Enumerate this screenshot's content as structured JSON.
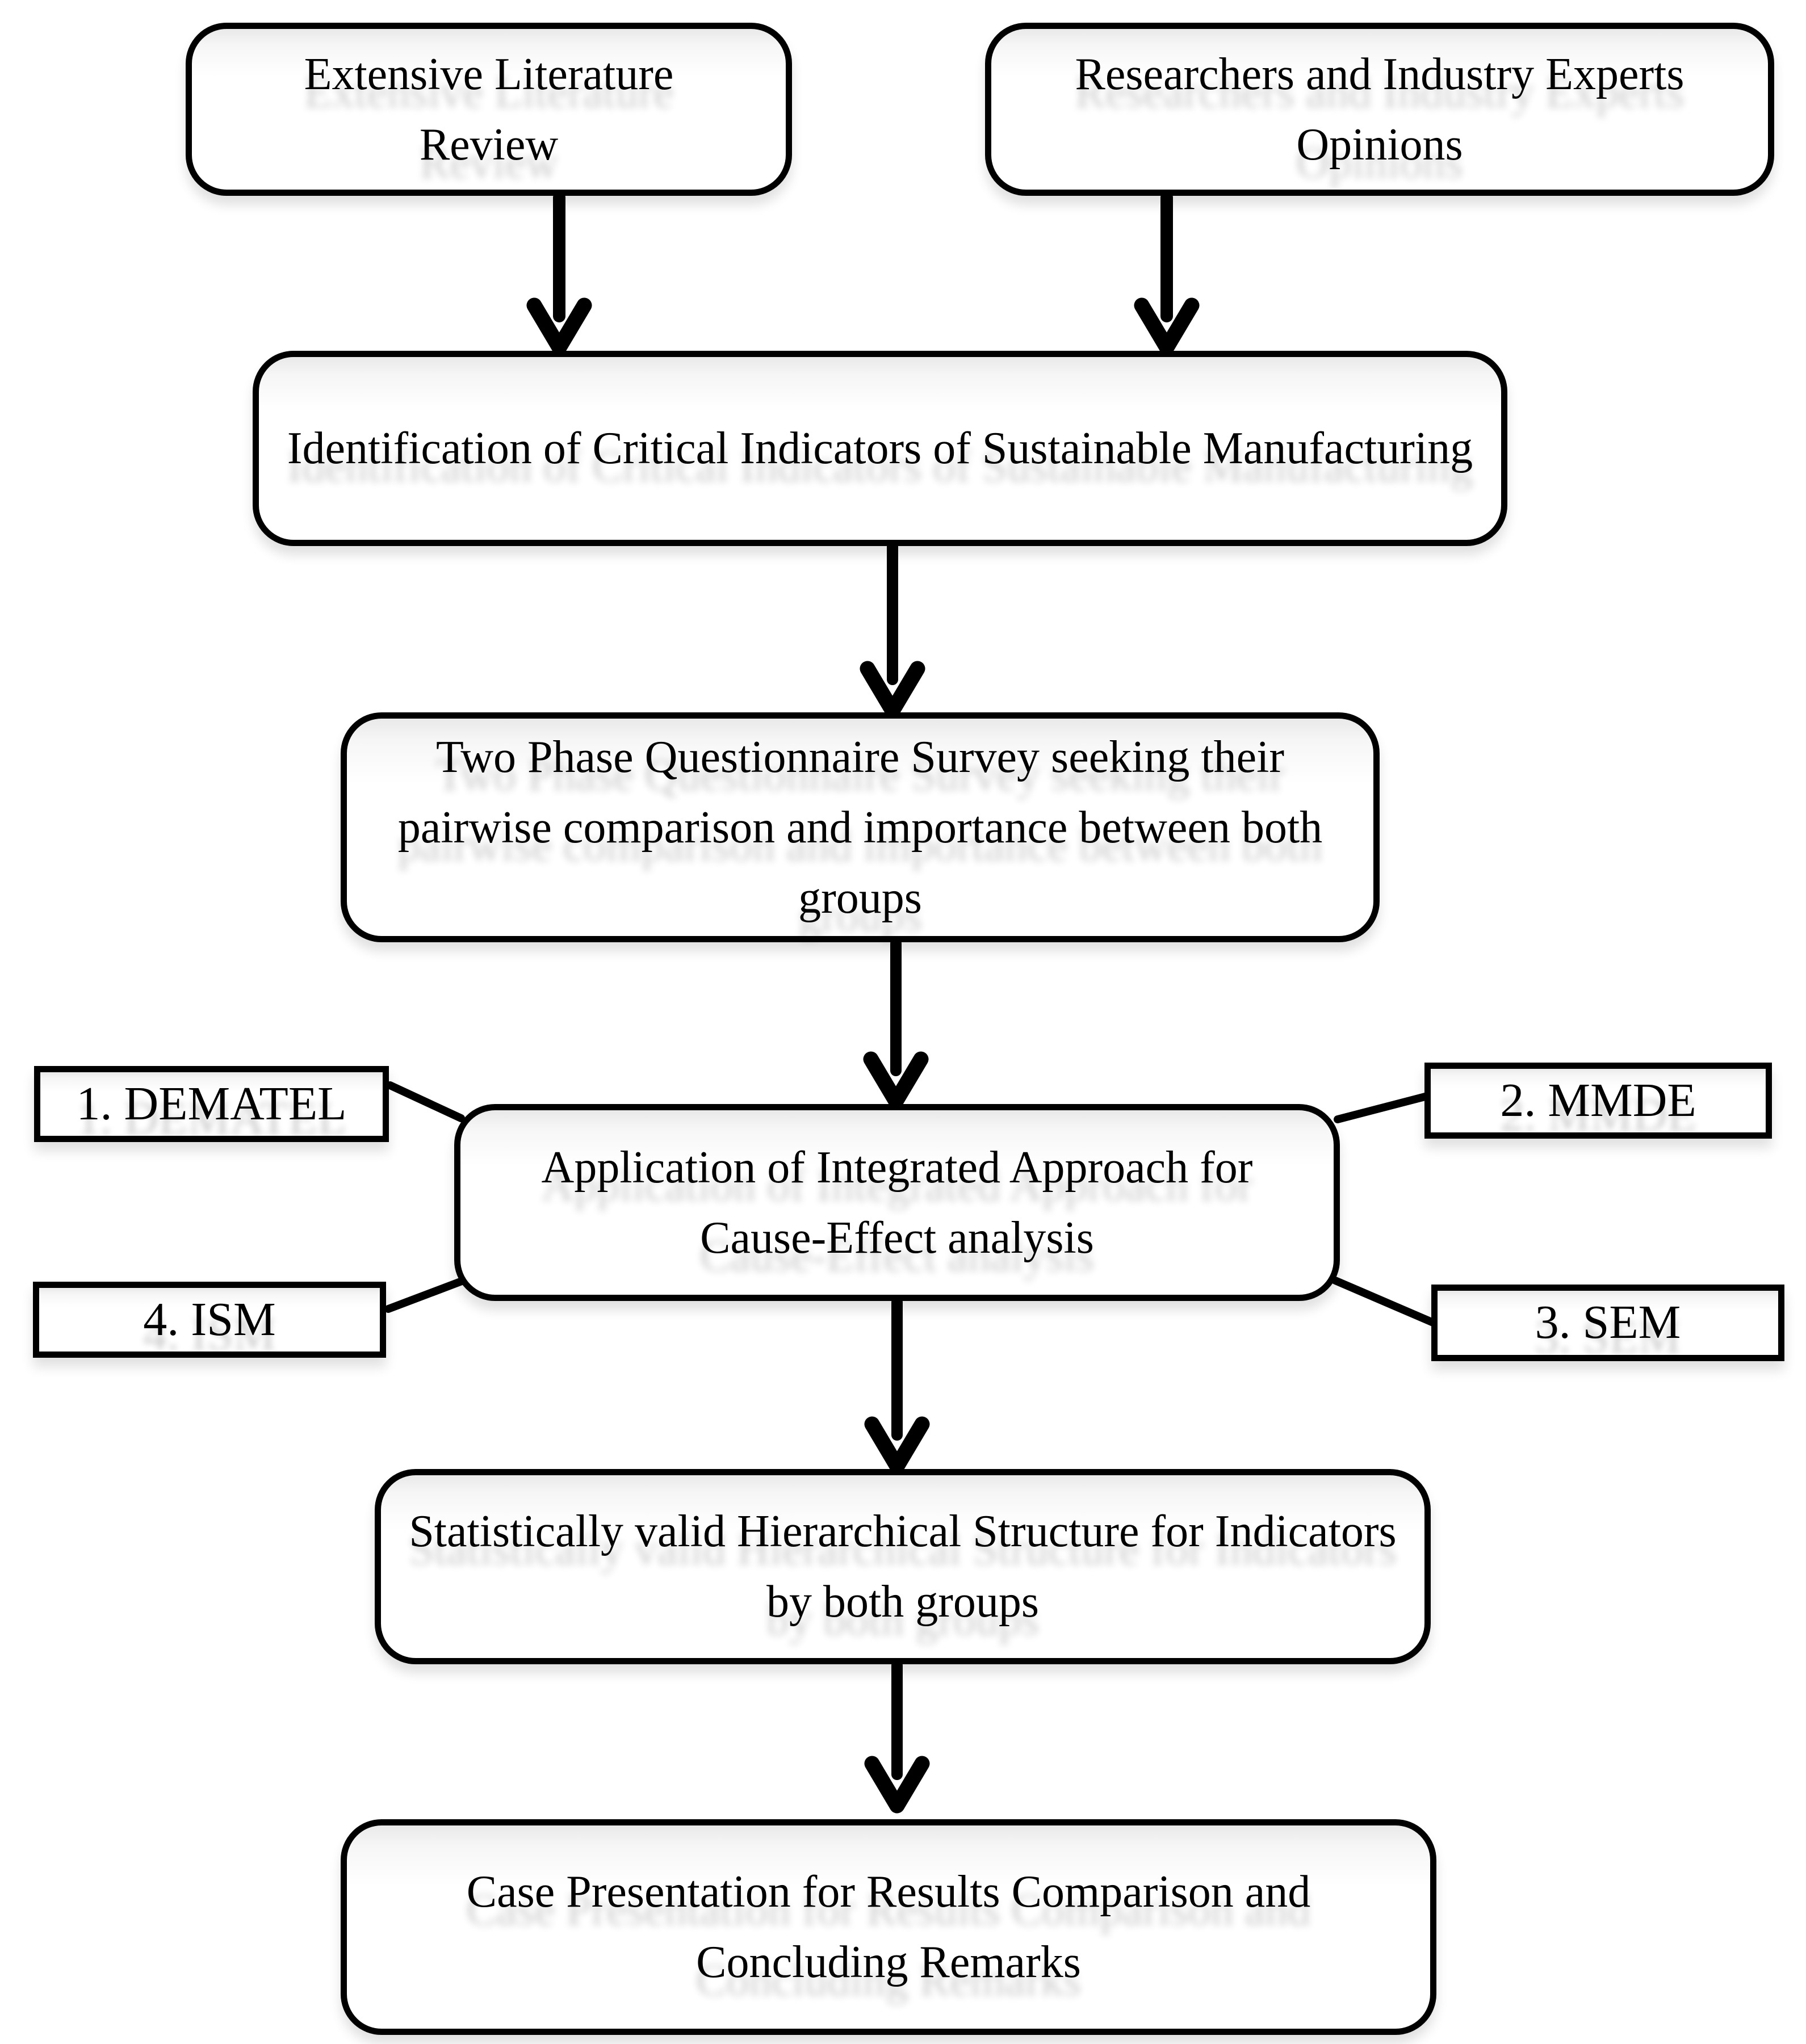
{
  "figure": {
    "type": "flowchart",
    "description": "Research methodology flow diagram for sustainable manufacturing indicators study"
  },
  "colors": {
    "background": "#ffffff",
    "box_border": "#000000",
    "box_fill": "#ffffff",
    "text": "#000000",
    "connector": "#000000",
    "soft_shadow": "#bfbfbf"
  },
  "nodes": {
    "literature": {
      "label": "Extensive Literature Review",
      "shape": "rounded-rectangle"
    },
    "experts": {
      "label": "Researchers and Industry Experts Opinions",
      "shape": "rounded-rectangle"
    },
    "identification": {
      "label": "Identification of Critical Indicators of Sustainable Manufacturing",
      "shape": "rounded-rectangle"
    },
    "survey": {
      "label": "Two Phase Questionnaire Survey seeking their pairwise comparison and importance between both groups",
      "shape": "rounded-rectangle"
    },
    "integrated": {
      "label": "Application of Integrated Approach for Cause-Effect analysis",
      "shape": "rounded-rectangle"
    },
    "dematel": {
      "label": "1. DEMATEL",
      "shape": "rectangle"
    },
    "mmde": {
      "label": "2. MMDE",
      "shape": "rectangle"
    },
    "sem": {
      "label": "3. SEM",
      "shape": "rectangle"
    },
    "ism": {
      "label": "4. ISM",
      "shape": "rectangle"
    },
    "hierarchy": {
      "label": "Statistically valid Hierarchical Structure for Indicators by both groups",
      "shape": "rounded-rectangle"
    },
    "case": {
      "label": "Case Presentation for Results Comparison and Concluding Remarks",
      "shape": "rounded-rectangle"
    }
  },
  "edges": [
    {
      "from": "literature",
      "to": "identification",
      "style": "thick-arrow-down"
    },
    {
      "from": "experts",
      "to": "identification",
      "style": "thick-arrow-down"
    },
    {
      "from": "identification",
      "to": "survey",
      "style": "thick-arrow-down"
    },
    {
      "from": "survey",
      "to": "integrated",
      "style": "thick-arrow-down"
    },
    {
      "from": "dematel",
      "to": "integrated",
      "style": "plain-line"
    },
    {
      "from": "mmde",
      "to": "integrated",
      "style": "plain-line"
    },
    {
      "from": "sem",
      "to": "integrated",
      "style": "plain-line"
    },
    {
      "from": "ism",
      "to": "integrated",
      "style": "plain-line"
    },
    {
      "from": "integrated",
      "to": "hierarchy",
      "style": "thick-arrow-down"
    },
    {
      "from": "hierarchy",
      "to": "case",
      "style": "thick-arrow-down"
    }
  ]
}
